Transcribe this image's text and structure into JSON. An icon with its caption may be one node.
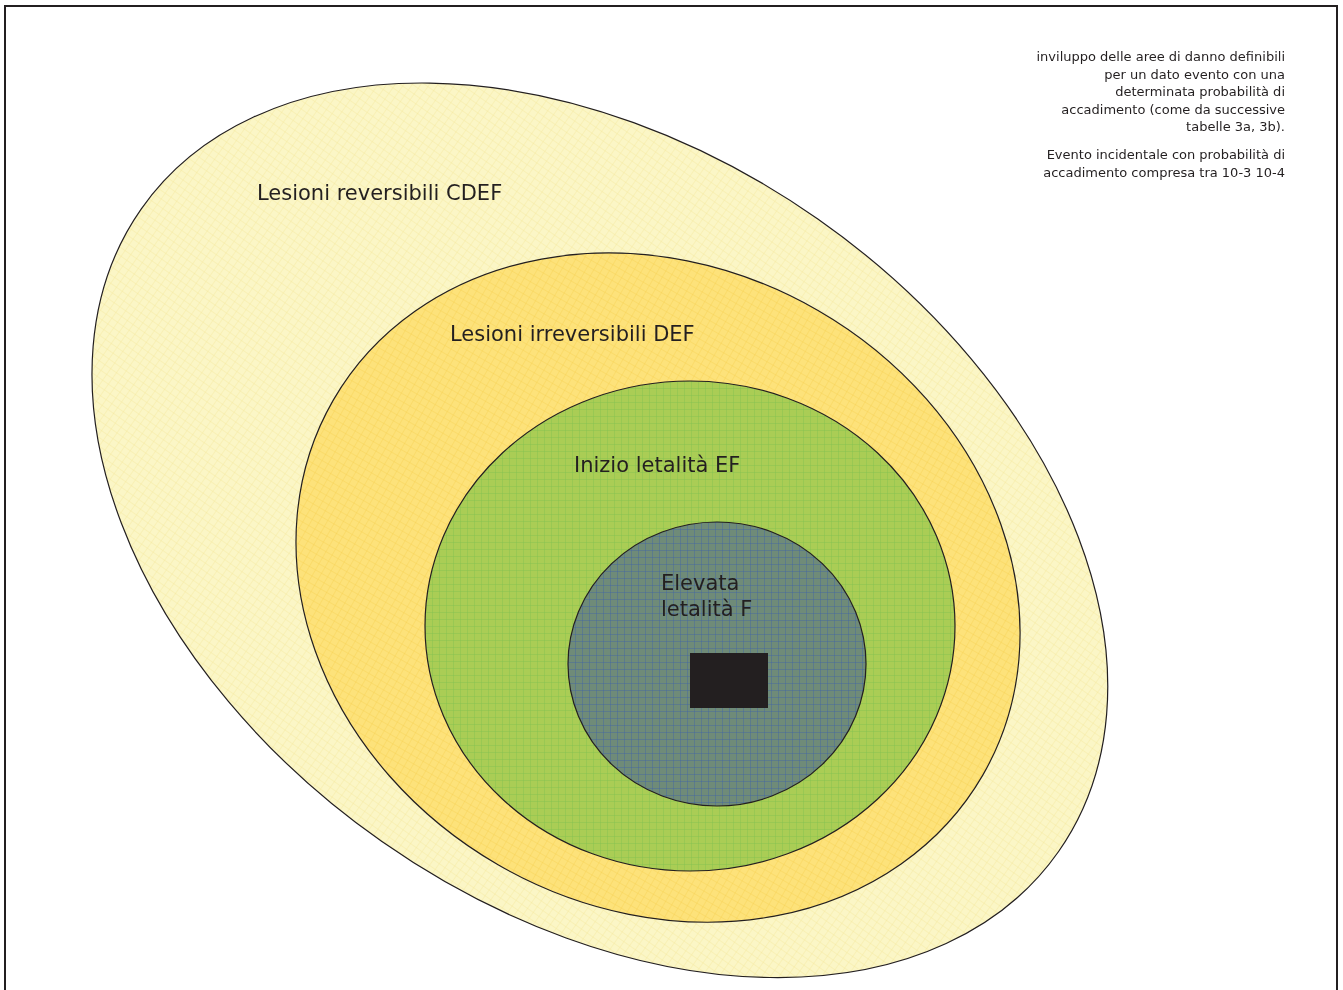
{
  "diagram": {
    "nodes": [
      {
        "text": [
          "Lesioni reversibili CDEF"
        ]
      },
      {
        "text": [
          "Lesioni irreversibili DEF"
        ],
        "in": 0
      },
      {
        "text": [
          "Inizio letalità EF"
        ],
        "in": 1
      },
      {
        "text": [
          "Elevata letalità F"
        ],
        "in": 2
      },
      {
        "text": [],
        "shape": "box",
        "in": 3
      }
    ],
    "edges": [],
    "labels": [
      "inviluppo delle aree di danno definibili per un dato evento con una determinata probabilità di accadimento (come da successive tabelle 3a, 3b).",
      "Evento incidentale con probabilità di accadimento compresa tra 10-3 10-4"
    ]
  }
}
